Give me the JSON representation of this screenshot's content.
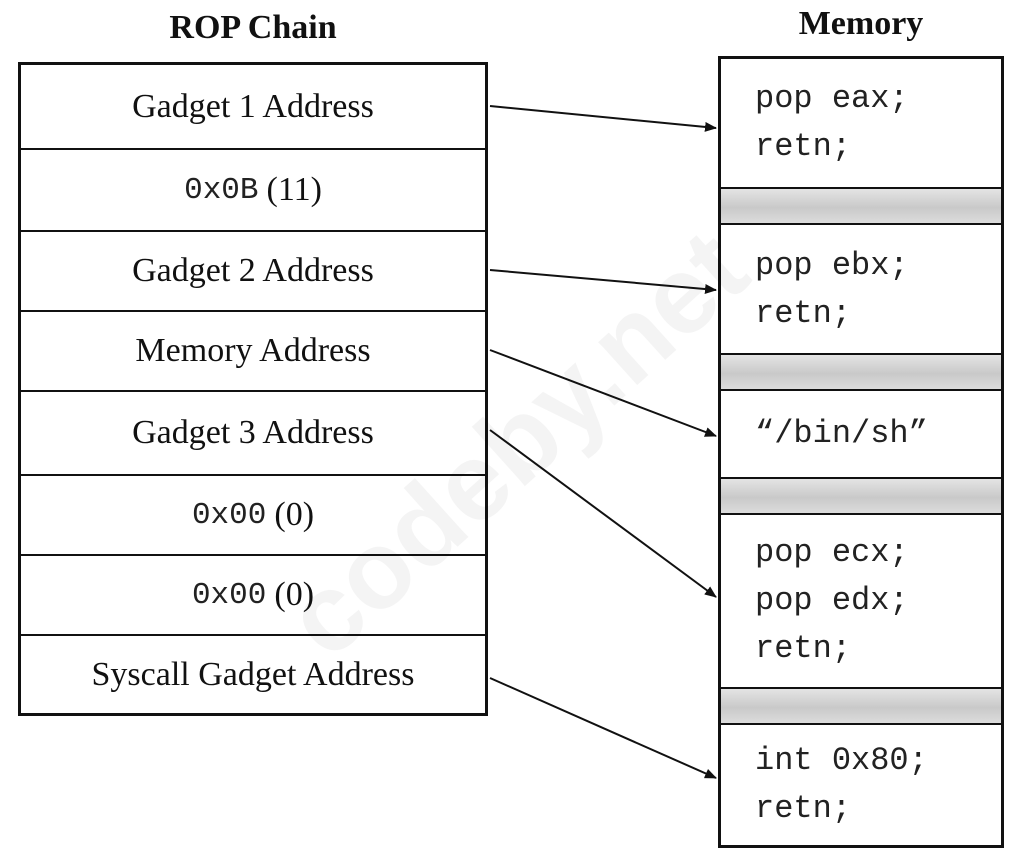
{
  "titles": {
    "rop_chain": "ROP Chain",
    "memory": "Memory"
  },
  "rop_chain": {
    "rows": [
      {
        "text": "Gadget 1 Address"
      },
      {
        "code": "0x0B",
        "text": "(11)"
      },
      {
        "text": "Gadget 2 Address"
      },
      {
        "text": "Memory Address"
      },
      {
        "text": "Gadget 3 Address"
      },
      {
        "code": "0x00",
        "text": "(0)"
      },
      {
        "code": "0x00",
        "text": "(0)"
      },
      {
        "text": "Syscall Gadget Address"
      }
    ]
  },
  "memory": {
    "cells": [
      {
        "lines": [
          "pop eax;",
          "retn;"
        ]
      },
      {
        "lines": [
          "pop ebx;",
          "retn;"
        ]
      },
      {
        "lines": [
          "“/bin/sh”"
        ]
      },
      {
        "lines": [
          "pop ecx;",
          "pop edx;",
          "retn;"
        ]
      },
      {
        "lines": [
          "int 0x80;",
          "retn;"
        ]
      }
    ]
  },
  "arrows": [
    {
      "from": "Gadget 1 Address",
      "to": "pop eax;"
    },
    {
      "from": "Gadget 2 Address",
      "to": "pop ebx;"
    },
    {
      "from": "Memory Address",
      "to": "“/bin/sh”"
    },
    {
      "from": "Gadget 3 Address",
      "to": "pop ecx;"
    },
    {
      "from": "Syscall Gadget Address",
      "to": "int 0x80;"
    }
  ],
  "watermark": "codeby.net"
}
